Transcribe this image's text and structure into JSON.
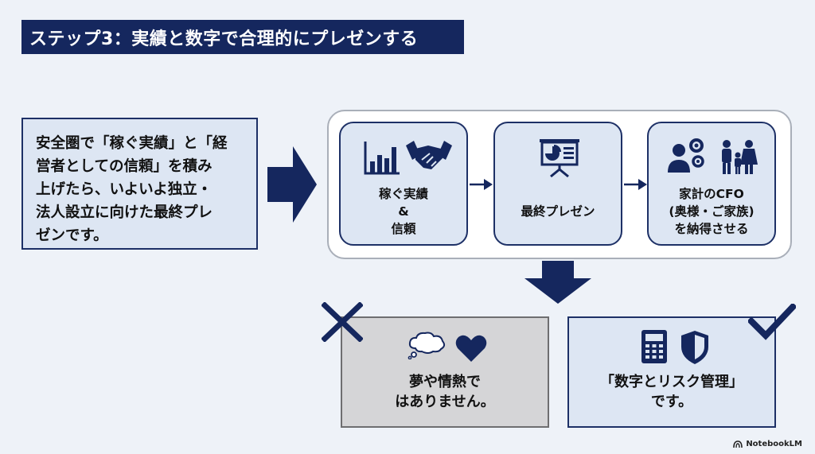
{
  "title": "ステップ3：実績と数字で合理的にプレゼンする",
  "intro": {
    "lines": [
      "安全圏で「稼ぐ実績」と「経",
      "営者としての信頼」を積み",
      "上げたら、いよいよ独立・",
      "法人設立に向けた最終プレ",
      "ゼンです。"
    ]
  },
  "steps": [
    {
      "lines": [
        "稼ぐ実績",
        "&",
        "信頼"
      ],
      "icons": [
        "bar-chart-icon",
        "handshake-icon"
      ]
    },
    {
      "lines": [
        "最終プレゼン"
      ],
      "icons": [
        "presentation-board-icon"
      ]
    },
    {
      "lines": [
        "家計のCFO",
        "(奥様・ご家族)",
        "を納得させる"
      ],
      "icons": [
        "user-gears-icon",
        "family-icon"
      ]
    }
  ],
  "bad": {
    "lines": [
      "夢や情熱で",
      "はありません。"
    ],
    "icons": [
      "thought-cloud-icon",
      "heart-icon",
      "cross-mark-icon"
    ]
  },
  "good": {
    "lines": [
      "「数字とリスク管理」",
      "です。"
    ],
    "icons": [
      "calculator-icon",
      "shield-icon",
      "check-mark-icon"
    ]
  },
  "brand": "NotebookLM",
  "colors": {
    "navy": "#15275e",
    "card": "#dde6f3",
    "gray": "#d5d5d7"
  }
}
